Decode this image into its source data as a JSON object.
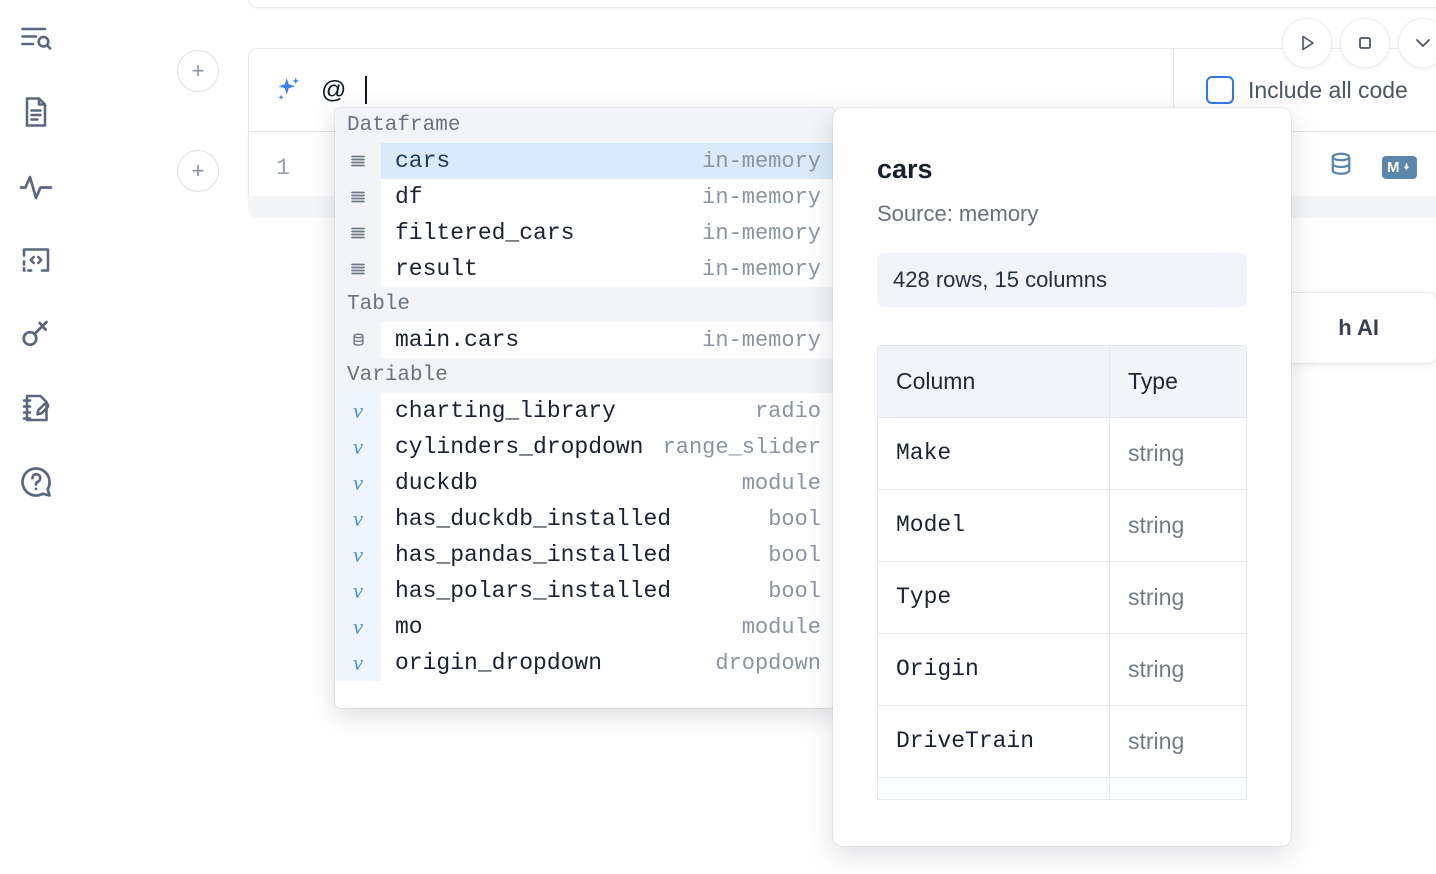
{
  "sidebar": {
    "items": [
      {
        "name": "outline-search-icon",
        "label": "Explore"
      },
      {
        "name": "document-icon",
        "label": "Notebook"
      },
      {
        "name": "activity-icon",
        "label": "Activity"
      },
      {
        "name": "code-brackets-icon",
        "label": "Snippets"
      },
      {
        "name": "key-icon",
        "label": "Secrets"
      },
      {
        "name": "notebook-edit-icon",
        "label": "Scratchpad"
      },
      {
        "name": "help-chat-icon",
        "label": "Help"
      }
    ]
  },
  "toolbar": {
    "run_label": "Run",
    "stop_label": "Interrupt",
    "add_cell_label": "+"
  },
  "ai_prompt": {
    "value": "@",
    "include_all_code_label": "Include all code",
    "include_all_code_checked": false,
    "sparkle_icon": "sparkle-icon"
  },
  "code_cell": {
    "line_number": "1",
    "database_icon": "database-icon",
    "markdown_badge": "M"
  },
  "ai_card": {
    "label": "h AI"
  },
  "autocomplete": {
    "groups": [
      {
        "title": "Dataframe",
        "items": [
          {
            "icon": "dataframe-icon",
            "name": "cars",
            "meta": "in-memory",
            "selected": true
          },
          {
            "icon": "dataframe-icon",
            "name": "df",
            "meta": "in-memory",
            "selected": false
          },
          {
            "icon": "dataframe-icon",
            "name": "filtered_cars",
            "meta": "in-memory",
            "selected": false
          },
          {
            "icon": "dataframe-icon",
            "name": "result",
            "meta": "in-memory",
            "selected": false
          }
        ]
      },
      {
        "title": "Table",
        "items": [
          {
            "icon": "table-db-icon",
            "name": "main.cars",
            "meta": "in-memory",
            "selected": false
          }
        ]
      },
      {
        "title": "Variable",
        "items": [
          {
            "icon": "variable-icon",
            "name": "charting_library",
            "meta": "radio",
            "selected": false
          },
          {
            "icon": "variable-icon",
            "name": "cylinders_dropdown",
            "meta": "range_slider",
            "selected": false
          },
          {
            "icon": "variable-icon",
            "name": "duckdb",
            "meta": "module",
            "selected": false
          },
          {
            "icon": "variable-icon",
            "name": "has_duckdb_installed",
            "meta": "bool",
            "selected": false
          },
          {
            "icon": "variable-icon",
            "name": "has_pandas_installed",
            "meta": "bool",
            "selected": false
          },
          {
            "icon": "variable-icon",
            "name": "has_polars_installed",
            "meta": "bool",
            "selected": false
          },
          {
            "icon": "variable-icon",
            "name": "mo",
            "meta": "module",
            "selected": false
          },
          {
            "icon": "variable-icon",
            "name": "origin_dropdown",
            "meta": "dropdown",
            "selected": false
          }
        ]
      }
    ]
  },
  "detail_panel": {
    "title": "cars",
    "source": "Source: memory",
    "shape": "428 rows, 15 columns",
    "columns_header": "Column",
    "type_header": "Type",
    "rows": [
      {
        "column": "Make",
        "type": "string"
      },
      {
        "column": "Model",
        "type": "string"
      },
      {
        "column": "Type",
        "type": "string"
      },
      {
        "column": "Origin",
        "type": "string"
      },
      {
        "column": "DriveTrain",
        "type": "string"
      }
    ]
  },
  "colors": {
    "accent_blue": "#3b82f6",
    "selection_blue": "#daeafa",
    "rail_icon": "#5b6680",
    "tool_blue": "#5b87ad"
  }
}
